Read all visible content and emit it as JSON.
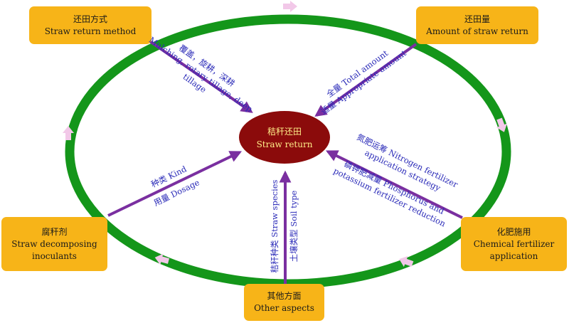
{
  "colors": {
    "ring": "#14961a",
    "box": "#f7b418",
    "center_fill": "#8b0b0b",
    "arrow": "#7a2fa0",
    "small_arrow": "#f2c8e8",
    "label_text": "#2a2ab8"
  },
  "center": {
    "zh": "秸秆还田",
    "en": "Straw return"
  },
  "boxes": {
    "method": {
      "zh": "还田方式",
      "en": "Straw return method"
    },
    "amount": {
      "zh": "还田量",
      "en": "Amount of straw return"
    },
    "chemical": {
      "zh": "化肥施用",
      "en1": "Chemical fertilizer",
      "en2": "application"
    },
    "other": {
      "zh": "其他方面",
      "en": "Other aspects"
    },
    "inoculant": {
      "zh": "腐秆剂",
      "en1": "Straw decomposing",
      "en2": "inoculants"
    }
  },
  "labels": {
    "method": {
      "l1": "覆盖，旋耕，深耕",
      "l2": "Mulching, rotary tillage, deep",
      "l3": "tillage"
    },
    "amount": {
      "l1": "全量 Total amount",
      "l2": "适量 Appropriate amount"
    },
    "chemical": {
      "l1": "氮肥运筹 Nitrogen fertilizer",
      "l2": "application strategy",
      "l3": "磷钾肥减量 Phosphorus and",
      "l4": "potassium fertilizer reduction"
    },
    "other": {
      "l1": "秸秆种类 Straw species",
      "l2": "土壤类型 Soil type"
    },
    "inoculant": {
      "l1": "种类 Kind",
      "l2": "用量 Dosage"
    }
  }
}
